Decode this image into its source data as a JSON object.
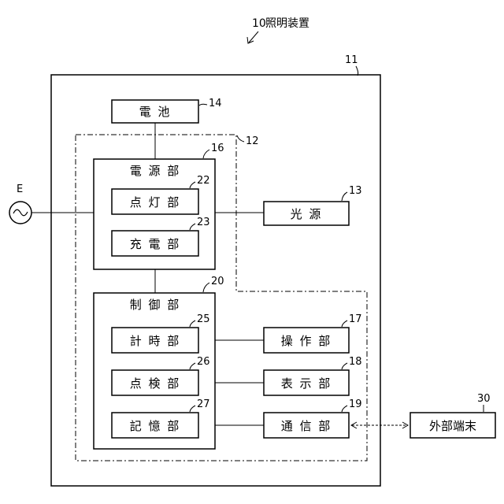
{
  "title": {
    "ref": "10",
    "text": "照明装置"
  },
  "refs": {
    "housing": "11",
    "control_unit": "12",
    "light_source": "13",
    "battery": "14",
    "power_supply": "16",
    "operation": "17",
    "display": "18",
    "communication": "19",
    "controller": "20",
    "lighting": "22",
    "charging": "23",
    "timer": "25",
    "inspection": "26",
    "memory": "27",
    "external_terminal": "30",
    "ac_source": "E"
  },
  "labels": {
    "battery": "電 池",
    "power_supply": "電 源 部",
    "lighting": "点 灯 部",
    "charging": "充 電 部",
    "light_source": "光 源",
    "controller": "制 御 部",
    "timer": "計 時 部",
    "inspection": "点 検 部",
    "memory": "記 憶 部",
    "operation": "操 作 部",
    "display": "表 示 部",
    "communication": "通 信 部",
    "external_terminal": "外部端末"
  }
}
